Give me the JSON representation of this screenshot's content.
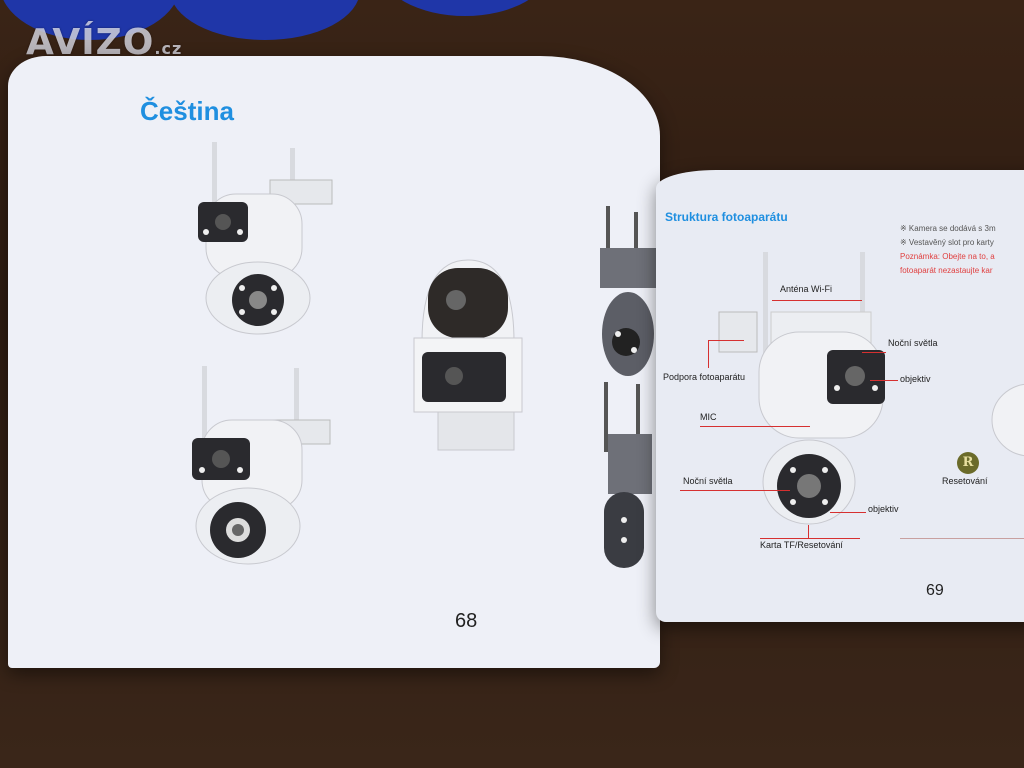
{
  "watermark": {
    "brand": "AVÍZO",
    "suffix": ".cz"
  },
  "left_page": {
    "heading": "Čeština",
    "page_number": "68"
  },
  "right_page": {
    "heading": "Struktura fotoaparátu",
    "page_number": "69",
    "notes": [
      {
        "text": "※ Kamera se dodává s 3m",
        "style": "normal"
      },
      {
        "text": "※ Vestavěný slot pro karty",
        "style": "normal"
      },
      {
        "text": "Poznámka: Obejte na to, a",
        "style": "red"
      },
      {
        "text": "fotoaparát nezastaujte kar",
        "style": "red"
      }
    ],
    "labels": {
      "antenna": "Anténa Wi-Fi",
      "mount": "Podpora fotoaparátu",
      "night_lights_top": "Noční světla",
      "lens_top": "objektiv",
      "mic": "MIC",
      "night_lights_bottom": "Noční světla",
      "lens_bottom": "objektiv",
      "card_reset": "Karta TF/Resetování",
      "reset": "Resetování",
      "reset_badge": "R"
    }
  },
  "colors": {
    "accent": "#1f8fe0",
    "callout": "#d63030",
    "page": "#eef0f7",
    "table": "#2e1c12"
  }
}
